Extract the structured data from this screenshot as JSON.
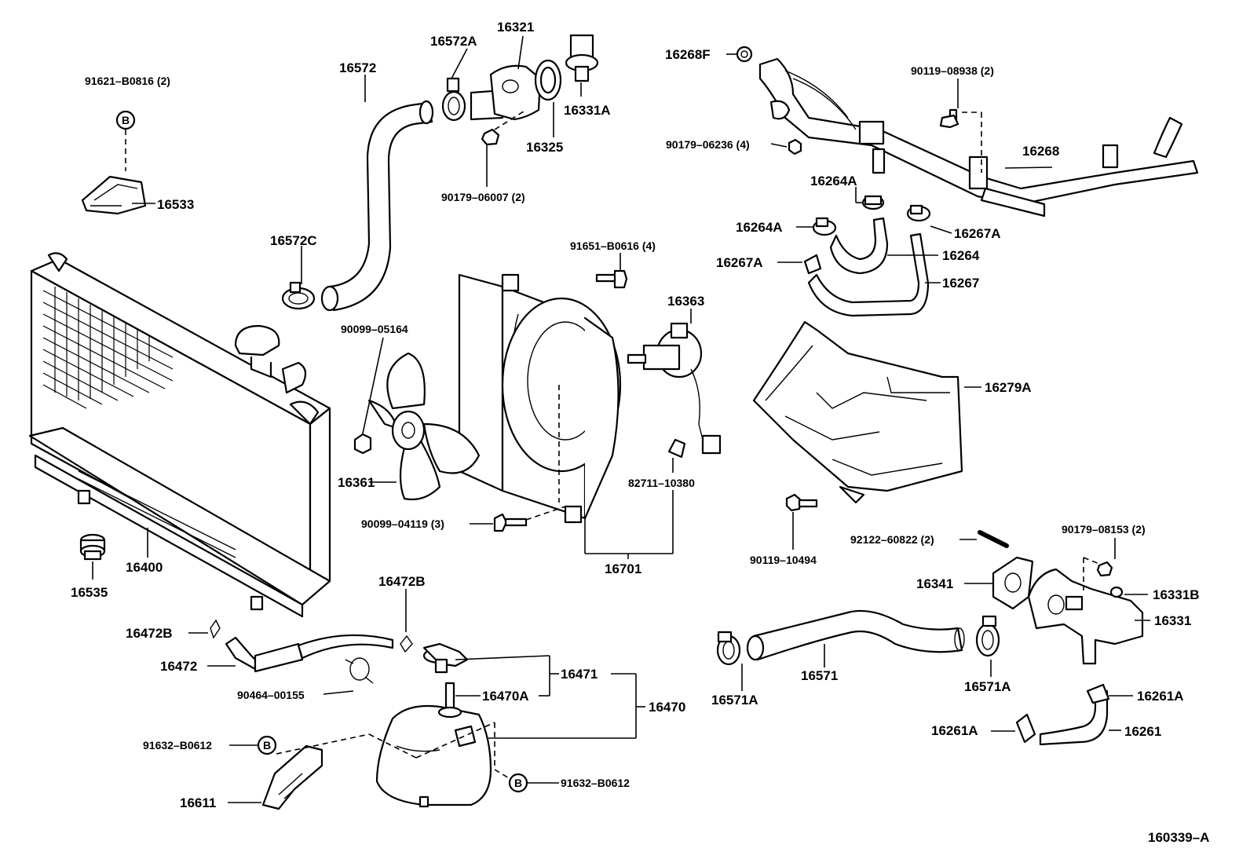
{
  "diagram_id": "160339–A",
  "marker_symbol": "B",
  "labels": {
    "p91621": "91621–B0816 (2)",
    "p16533": "16533",
    "p16572": "16572",
    "p16572A": "16572A",
    "p16321": "16321",
    "p16331A": "16331A",
    "p16325": "16325",
    "p90179_06007": "90179–06007 (2)",
    "p16268F": "16268F",
    "p90119_08938": "90119–08938 (2)",
    "p90179_06236": "90179–06236 (4)",
    "p16268": "16268",
    "p16264A_1": "16264A",
    "p16264A_2": "16264A",
    "p16267A_1": "16267A",
    "p16267A_2": "16267A",
    "p16264": "16264",
    "p16267": "16267",
    "p16572C": "16572C",
    "p91651": "91651–B0616 (4)",
    "p16363": "16363",
    "p90099_05164": "90099–05164",
    "p16361": "16361",
    "p82711": "82711–10380",
    "p16279A": "16279A",
    "p90099_04119": "90099–04119 (3)",
    "p16701": "16701",
    "p16400": "16400",
    "p16535": "16535",
    "p90119_10494": "90119–10494",
    "p92122": "92122–60822 (2)",
    "p90179_08153": "90179–08153 (2)",
    "p16341": "16341",
    "p16331B": "16331B",
    "p16331": "16331",
    "p16472B_1": "16472B",
    "p16472B_2": "16472B",
    "p16472": "16472",
    "p90464": "90464–00155",
    "p16471": "16471",
    "p16470A": "16470A",
    "p16470": "16470",
    "p91632_1": "91632–B0612",
    "p91632_2": "91632–B0612",
    "p16611": "16611",
    "p16571A_1": "16571A",
    "p16571": "16571",
    "p16571A_2": "16571A",
    "p16261A_1": "16261A",
    "p16261A_2": "16261A",
    "p16261": "16261"
  }
}
